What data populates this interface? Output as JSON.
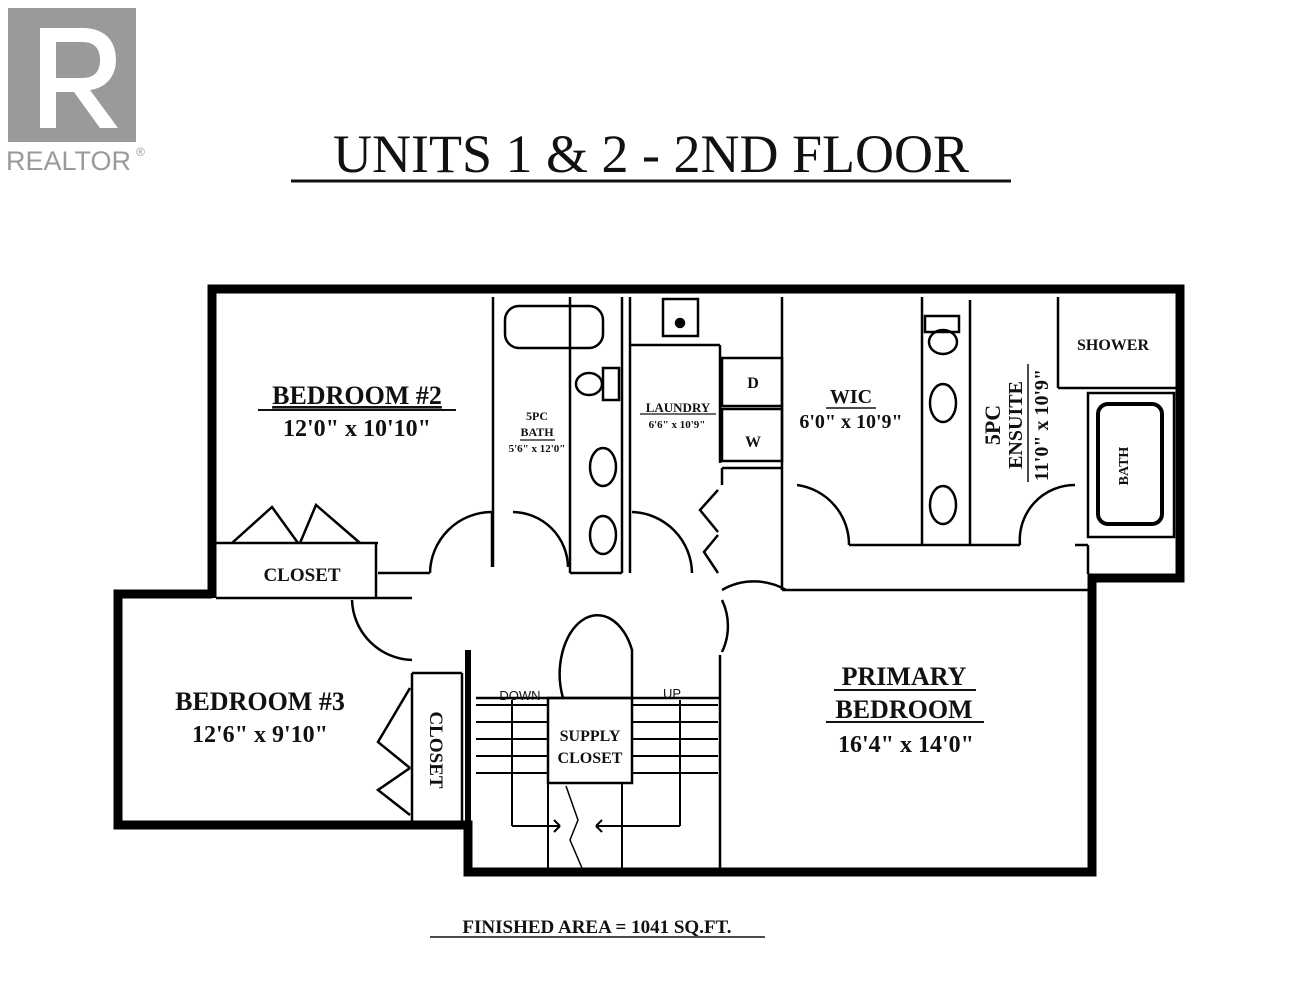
{
  "logo": {
    "wordmark": "REALTOR",
    "registered": "®"
  },
  "title": "UNITS 1 & 2 - 2ND FLOOR",
  "footer": {
    "area": "FINISHED AREA = 1041 SQ.FT."
  },
  "rooms": {
    "bedroom2": {
      "name": "BEDROOM #2",
      "size": "12'0\" x 10'10\""
    },
    "bedroom3": {
      "name": "BEDROOM #3",
      "size": "12'6\" x 9'10\""
    },
    "bath5pc": {
      "name_line1": "5PC",
      "name_line2": "BATH",
      "size": "5'6\" x 12'0\""
    },
    "laundry": {
      "name": "LAUNDRY",
      "size": "6'6\" x 10'9\"",
      "dryer": "D",
      "washer": "W"
    },
    "wic": {
      "name": "WIC",
      "size": "6'0\" x 10'9\""
    },
    "ensuite": {
      "name_line1": "5PC",
      "name_line2": "ENSUITE",
      "size": "11'0\" x 10'9\""
    },
    "shower": {
      "name": "SHOWER"
    },
    "bath": {
      "name": "BATH"
    },
    "primary": {
      "name_line1": "PRIMARY",
      "name_line2": "BEDROOM",
      "size": "16'4\" x 14'0\""
    },
    "closet_bed2": {
      "name": "CLOSET"
    },
    "closet_bed3": {
      "name": "CLOSET"
    },
    "supply": {
      "name_line1": "SUPPLY",
      "name_line2": "CLOSET"
    }
  },
  "stairs": {
    "down": "DOWN",
    "up": "UP"
  }
}
